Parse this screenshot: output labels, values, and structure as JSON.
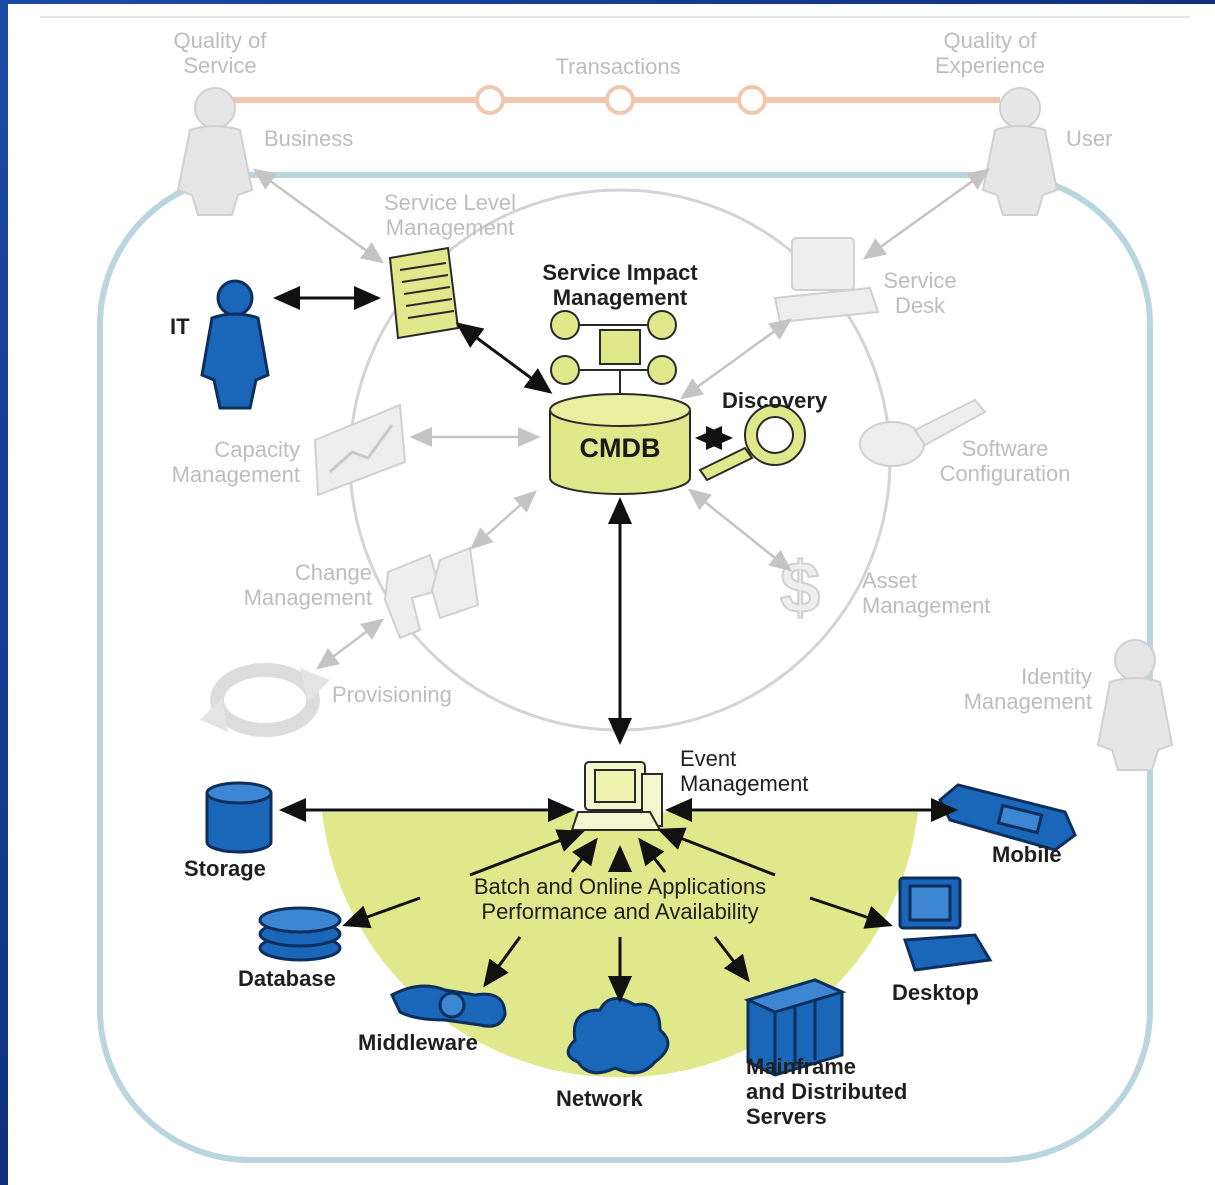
{
  "diagram": {
    "cmdb": "CMDB",
    "top": {
      "quality_of_service": [
        "Quality of",
        "Service"
      ],
      "transactions": "Transactions",
      "quality_of_experience": [
        "Quality of",
        "Experience"
      ],
      "business": "Business",
      "user": "User"
    },
    "ring": {
      "service_level_management": [
        "Service Level",
        "Management"
      ],
      "service_impact_management": [
        "Service Impact",
        "Management"
      ],
      "service_desk": [
        "Service",
        "Desk"
      ],
      "it": "IT",
      "discovery": "Discovery",
      "capacity_management": [
        "Capacity",
        "Management"
      ],
      "software_configuration": [
        "Software",
        "Configuration"
      ],
      "change_management": [
        "Change",
        "Management"
      ],
      "asset_management": [
        "Asset",
        "Management"
      ],
      "provisioning": "Provisioning",
      "identity_management": [
        "Identity",
        "Management"
      ]
    },
    "bottom": {
      "event_management": [
        "Event",
        "Management"
      ],
      "storage": "Storage",
      "mobile": "Mobile",
      "batch_online": [
        "Batch and Online Applications",
        "Performance and Availability"
      ],
      "database": "Database",
      "desktop": "Desktop",
      "middleware": "Middleware",
      "network": "Network",
      "mainframe": [
        "Mainframe",
        "and Distributed",
        "Servers"
      ]
    }
  },
  "colors": {
    "accent_green": "#dfe88a",
    "blue_icon": "#1a66b8",
    "ring_border": "#b9d6de",
    "grey_text": "#bdbdbd"
  }
}
